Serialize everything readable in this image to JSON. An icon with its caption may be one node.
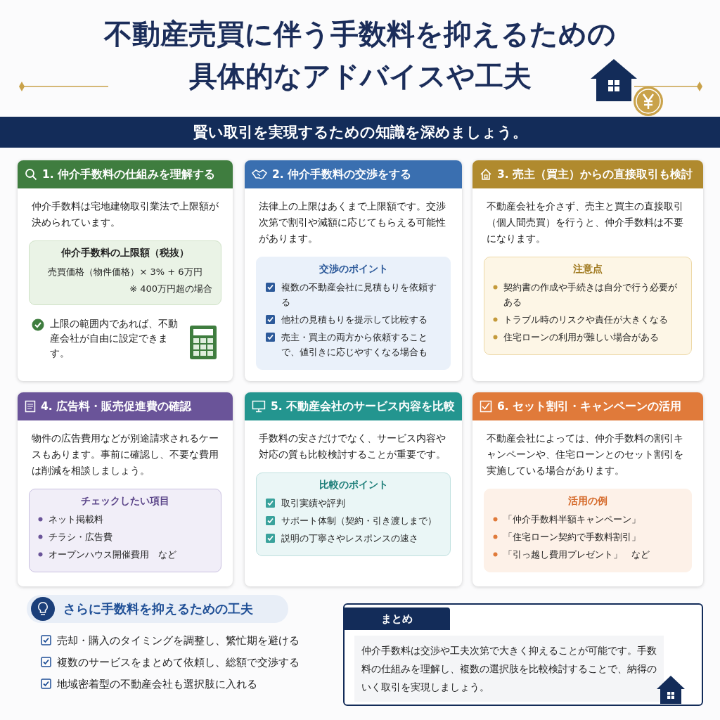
{
  "diagram": {
    "title": "不動産売買に伴う手数料を抑えるための具体的なアドバイスや工夫",
    "nodes": [
      {
        "text": [
          "賢い取引を実現するための知識を深めましょう。"
        ]
      },
      {
        "text": [
          "1. 仲介手数料の仕組みを理解する",
          "仲介手数料は宅地建物取引業法で上限額が決められています。",
          "上限の範囲内であれば、不動産会社が自由に設定できます。"
        ]
      },
      {
        "text": [
          "仲介手数料の上限額（税抜）",
          "売買価格（物件価格）× 3% + 6万円",
          "※ 400万円超の場合"
        ],
        "in": 1
      },
      {
        "text": [
          "2. 仲介手数料の交渉をする",
          "法律上の上限はあくまで上限額です。交渉次第で割引や減額に応じてもらえる可能性があります。"
        ]
      },
      {
        "text": [
          "交渉のポイント",
          "複数の不動産会社に見積もりを依頼する",
          "他社の見積もりを提示して比較する",
          "売主・買主の両方から依頼することで、値引きに応じやすくなる場合も"
        ],
        "in": 3
      },
      {
        "text": [
          "3. 売主（買主）からの直接取引も検討",
          "不動産会社を介さず、売主と買主の直接取引（個人間売買）を行うと、仲介手数料は不要になります。"
        ]
      },
      {
        "text": [
          "注意点",
          "契約書の作成や手続きは自分で行う必要がある",
          "トラブル時のリスクや責任が大きくなる",
          "住宅ローンの利用が難しい場合がある"
        ],
        "in": 5
      },
      {
        "text": [
          "4. 広告料・販売促進費の確認",
          "物件の広告費用などが別途請求されるケースもあります。事前に確認し、不要な費用は削減を相談しましょう。"
        ]
      },
      {
        "text": [
          "チェックしたい項目",
          "ネット掲載料",
          "チラシ・広告費",
          "オープンハウス開催費用　など"
        ],
        "in": 7
      },
      {
        "text": [
          "5. 不動産会社のサービス内容を比較",
          "手数料の安さだけでなく、サービス内容や対応の質も比較検討することが重要です。"
        ]
      },
      {
        "text": [
          "比較のポイント",
          "取引実績や評判",
          "サポート体制（契約・引き渡しまで）",
          "説明の丁寧さやレスポンスの速さ"
        ],
        "in": 9
      },
      {
        "text": [
          "6. セット割引・キャンペーンの活用",
          "不動産会社によっては、仲介手数料の割引キャンペーンや、住宅ローンとのセット割引を実施している場合があります。"
        ]
      },
      {
        "text": [
          "活用の例",
          "「仲介手数料半額キャンペーン」",
          "「住宅ローン契約で手数料割引」",
          "「引っ越し費用プレゼント」　など"
        ],
        "in": 11
      },
      {
        "text": [
          "さらに手数料を抑えるための工夫"
        ]
      },
      {
        "text": [
          "まとめ",
          "仲介手数料は交渉や工夫次第で大きく抑えることが可能です。手数料の仕組みを理解し、複数の選択肢を比較検討することで、納得のいく取引を実現しましょう。"
        ]
      }
    ],
    "edges": [],
    "labels": [
      "売却・購入のタイミングを調整し、繁忙期を避ける",
      "複数のサービスをまとめて依頼し、総額で交渉する",
      "地域密着型の不動産会社も選択肢に入れる"
    ]
  }
}
